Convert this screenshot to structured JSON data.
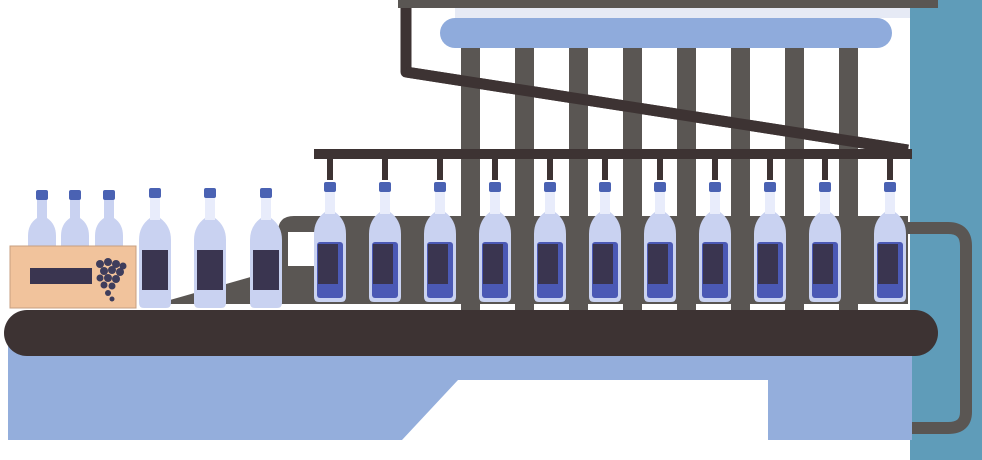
{
  "scene": {
    "name": "wine-bottling-production-line",
    "background": "#ffffff",
    "colors": {
      "machine_dark": "#5a5653",
      "machine_stroke": "#4e4a47",
      "belt": "#3d3333",
      "base_blue": "#94aedc",
      "tank_blue": "#8fabdc",
      "wall_teal": "#5f9cb9",
      "bottle_glass": "#c9d2f1",
      "bottle_neck": "#e8ecfb",
      "bottle_cap": "#4a62b3",
      "wine": "#4b59b5",
      "label": "#3a3550",
      "box": "#f1c39c",
      "grapes": "#3e3d5c"
    },
    "icons": [
      "grape-cluster-icon"
    ],
    "counts": {
      "bottles_in_crate": 3,
      "bottles_waiting_empty": 3,
      "bottles_filling": 11,
      "filler_nozzles": 11,
      "support_columns": 8
    }
  }
}
